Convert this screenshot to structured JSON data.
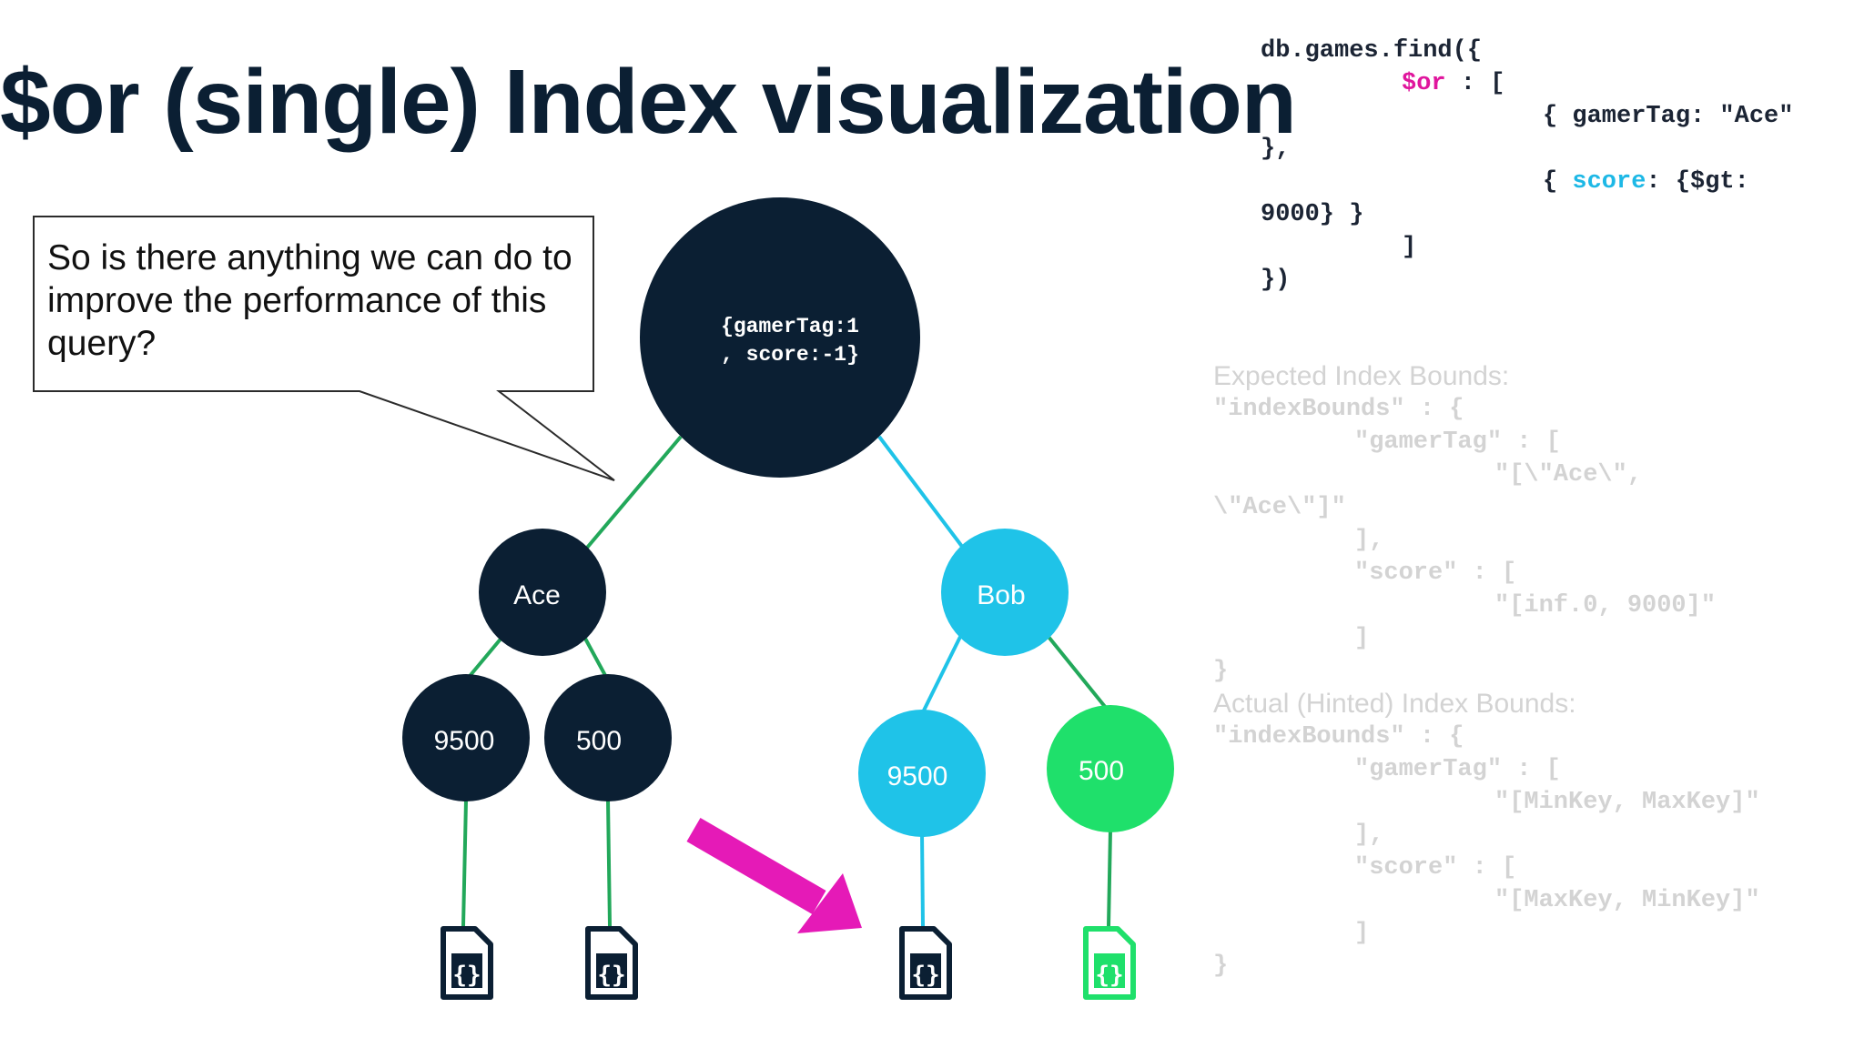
{
  "slide": {
    "title": "$or (single) Index visualization",
    "callout": "So is there anything we can do to improve the performance of this query?"
  },
  "tree": {
    "root": {
      "line1": "{gamerTag:1",
      "line2": ", score:-1}"
    },
    "left": {
      "label": "Ace",
      "children": [
        "9500",
        "500"
      ]
    },
    "right": {
      "label": "Bob",
      "children": [
        "9500",
        "500"
      ]
    },
    "colors": {
      "dark": "#0b1f33",
      "cyan": "#1fc3e8",
      "green": "#1fe06b",
      "magenta": "#e51ab7",
      "greenLine": "#22a85a"
    }
  },
  "query": {
    "line1": "db.games.find({",
    "or_op": "$or",
    "or_rest": " : [",
    "line3": "{ gamerTag: \"Ace\"",
    "line4": "},",
    "line5_open": "{ ",
    "score_key": "score",
    "line5_rest": ": {$gt:",
    "line6": "9000} }",
    "line7": "]",
    "line8": "})"
  },
  "bounds": {
    "expected_label": "Expected Index Bounds:",
    "e1": "\"indexBounds\" : {",
    "e2": "\"gamerTag\" : [",
    "e3": "\"[\\\"Ace\\\",",
    "e4": "\\\"Ace\\\"]\"",
    "e5": "],",
    "e6": "\"score\" : [",
    "e7": "\"[inf.0, 9000]\"",
    "e8": "]",
    "e9": "}",
    "actual_label": "Actual (Hinted) Index Bounds:",
    "a1": "\"indexBounds\" : {",
    "a2": "\"gamerTag\" : [",
    "a3": "\"[MinKey, MaxKey]\"",
    "a4": "],",
    "a5": "\"score\" : [",
    "a6": "\"[MaxKey, MinKey]\"",
    "a7": "]",
    "a8": "}"
  }
}
